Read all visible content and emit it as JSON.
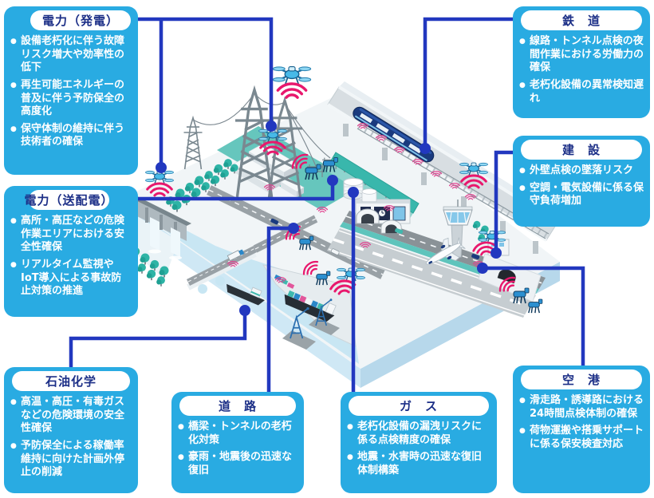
{
  "bullet_char": "●",
  "colors": {
    "panel_fill": "#29ABE2",
    "panel_title_text": "#1C2F87",
    "panel_body_text": "#FFFFFF",
    "connector_line": "#2238BF",
    "signal_waves": "#E8186D",
    "small_signal": "#E2418F",
    "train_body": "#1A3A7E",
    "water": "#C8E6F3",
    "ground_teal": "#5EC4BC"
  },
  "boxes": [
    {
      "id": "power-generation",
      "title": "電力（発電）",
      "bullets": [
        "設備老朽化に伴う故障リスク増大や効率性の低下",
        "再生可能エネルギーの普及に伴う予防保全の高度化",
        "保守体制の維持に伴う技術者の確保"
      ]
    },
    {
      "id": "power-transmission",
      "title": "電力（送配電）",
      "bullets": [
        "高所・高圧などの危険作業エリアにおける安全性確保",
        "リアルタイム監視やIoT導入による事故防止対策の推進"
      ]
    },
    {
      "id": "petrochemical",
      "title": "石油化学",
      "bullets": [
        "高温・高圧・有毒ガスなどの危険環境の安全性確保",
        "予防保全による稼働率維持に向けた計画外停止の削減"
      ]
    },
    {
      "id": "road",
      "title": "道　路",
      "bullets": [
        "橋梁・トンネルの老朽化対策",
        "豪雨・地震後の迅速な復旧"
      ]
    },
    {
      "id": "gas",
      "title": "ガ　ス",
      "bullets": [
        "老朽化設備の漏洩リスクに係る点検精度の確保",
        "地震・水害時の迅速な復旧体制構築"
      ]
    },
    {
      "id": "railway",
      "title": "鉄　道",
      "bullets": [
        "線路・トンネル点検の夜間作業における労働力の確保",
        "老朽化設備の異常検知遅れ"
      ]
    },
    {
      "id": "construction",
      "title": "建　設",
      "bullets": [
        "外壁点検の墜落リスク",
        "空調・電気設備に係る保守負荷増加"
      ]
    },
    {
      "id": "airport",
      "title": "空　港",
      "bullets": [
        "滑走路・誘導路における24時間点検体制の確保",
        "荷物運搬や搭乗サポートに係る保安検査対応"
      ]
    }
  ],
  "illustration": {
    "icons": [
      "drone-icon",
      "robot-dog-icon",
      "signal-waves-icon",
      "train-icon",
      "airplane-icon",
      "container-ship-icon",
      "ship-icon",
      "crane-icon",
      "power-pylon-icon",
      "dam-icon",
      "bridge-icon",
      "control-tower-icon",
      "gas-tank-icon",
      "tunnel-icon",
      "tree-icon"
    ]
  }
}
